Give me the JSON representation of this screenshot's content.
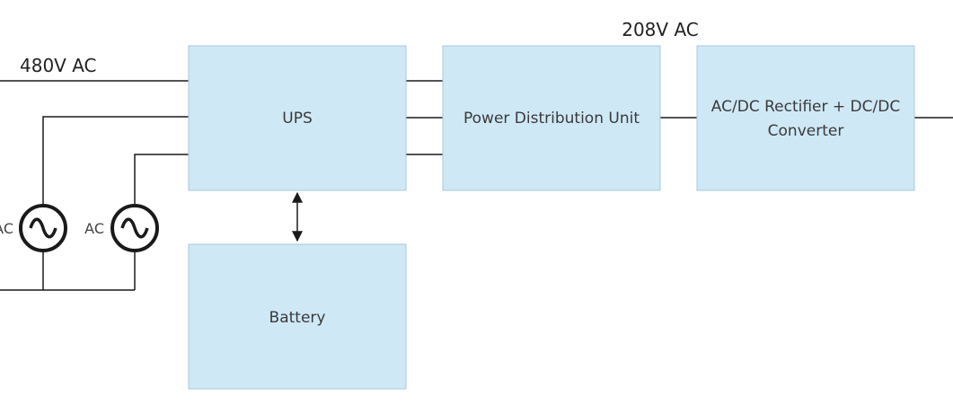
{
  "voltages": {
    "input": "480V AC",
    "distribution": "208V AC"
  },
  "blocks": {
    "ups": "UPS",
    "pdu": "Power Distribution Unit",
    "rectifier_line1": "AC/DC Rectifier + DC/DC",
    "rectifier_line2": "Converter",
    "battery": "Battery"
  },
  "sources": [
    {
      "label": "AC",
      "icon": "ac-source-icon"
    },
    {
      "label": "AC",
      "icon": "ac-source-icon"
    }
  ],
  "colors": {
    "block_fill": "#cfe8f6",
    "block_border": "#a9c9dc",
    "wire": "#1a1a1a"
  }
}
